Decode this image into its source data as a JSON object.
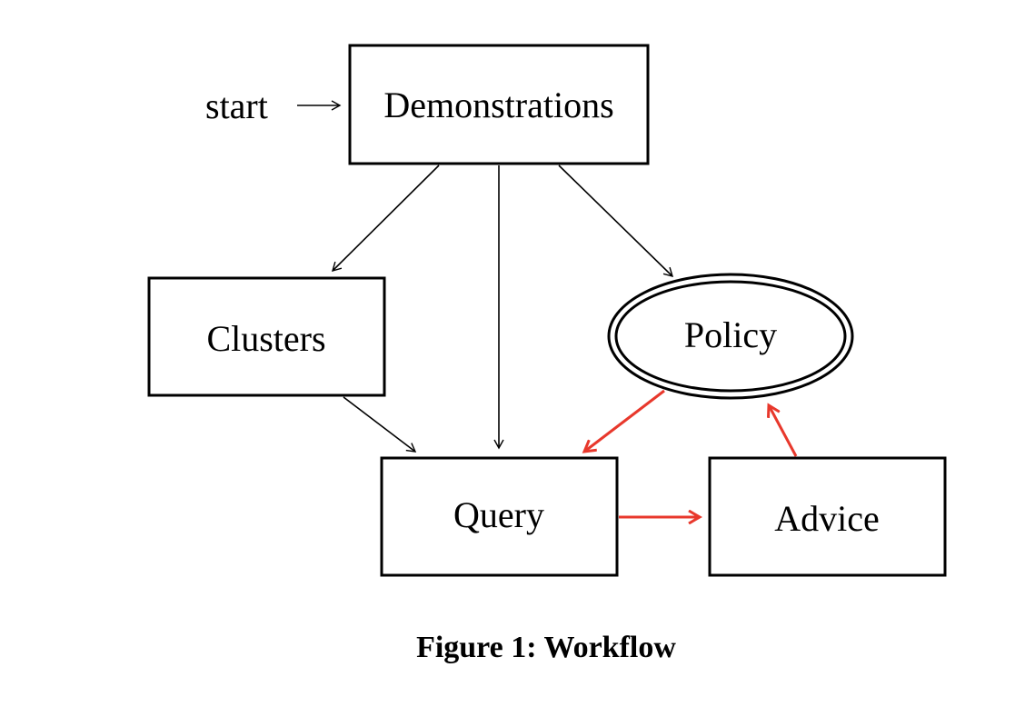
{
  "diagram": {
    "start_label": "start",
    "nodes": {
      "demonstrations": "Demonstrations",
      "clusters": "Clusters",
      "policy": "Policy",
      "query": "Query",
      "advice": "Advice"
    },
    "colors": {
      "black_edge": "#000000",
      "red_edge": "#e8382c"
    }
  },
  "caption": "Figure 1: Workflow"
}
